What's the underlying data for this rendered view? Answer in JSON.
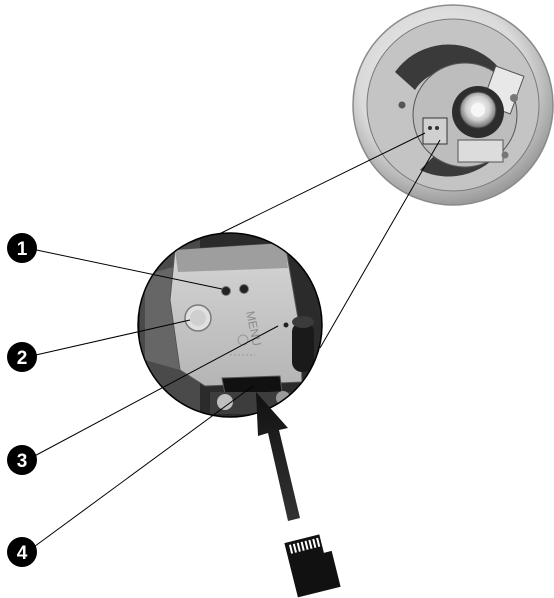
{
  "callouts": [
    {
      "number": "1",
      "target": "indicator-leds"
    },
    {
      "number": "2",
      "target": "menu-button"
    },
    {
      "number": "3",
      "target": "reset-pinhole"
    },
    {
      "number": "4",
      "target": "microsd-card-slot"
    }
  ],
  "panel": {
    "menu_label": "MENU"
  },
  "sd_card": {
    "insert_direction": "up",
    "icon": "microsd-card-icon"
  },
  "colors": {
    "callout_fill": "#000000",
    "callout_text": "#ffffff",
    "line": "#000000",
    "housing_light": "#e2e2e2",
    "housing_dark": "#2a2a2a",
    "panel": "#c9c9c9"
  }
}
